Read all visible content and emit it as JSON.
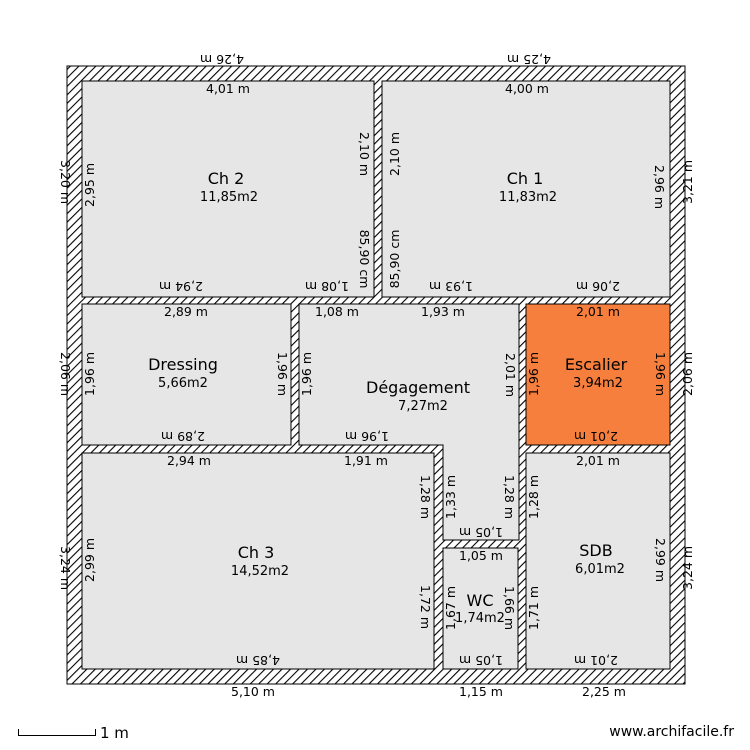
{
  "colors": {
    "room_fill": "#e6e6e6",
    "highlight_fill": "#f77f3e",
    "wall": "#000000"
  },
  "rooms": {
    "ch2": {
      "name": "Ch 2",
      "area": "11,85m2"
    },
    "ch1": {
      "name": "Ch 1",
      "area": "11,83m2"
    },
    "dressing": {
      "name": "Dressing",
      "area": "5,66m2"
    },
    "degagement": {
      "name": "Dégagement",
      "area": "7,27m2"
    },
    "escalier": {
      "name": "Escalier",
      "area": "3,94m2"
    },
    "ch3": {
      "name": "Ch 3",
      "area": "14,52m2"
    },
    "wc": {
      "name": "WC",
      "area": "1,74m2"
    },
    "sdb": {
      "name": "SDB",
      "area": "6,01m2"
    }
  },
  "dimensions": {
    "outer_top_left": "4,26 m",
    "outer_top_right": "4,25 m",
    "ch2_top": "4,01 m",
    "ch1_top": "4,00 m",
    "outer_left_top": "3,20 m",
    "ch2_left": "2,95 m",
    "ch2_right_a": "2,10 m",
    "ch1_left_a": "2,10 m",
    "ch2_right_b": "85,90 cm",
    "ch1_left_b": "85,90 cm",
    "ch1_right": "2,96 m",
    "outer_right_top": "3,21 m",
    "ch2_bottom_a": "2,94 m",
    "ch2_bottom_b": "1,08 m",
    "ch1_bottom_a": "1,93 m",
    "ch1_bottom_b": "2,06 m",
    "dressing_top": "2,89 m",
    "deg_top_a": "1,08 m",
    "deg_top_b": "1,93 m",
    "esc_top": "2,01 m",
    "outer_left_mid": "2,06 m",
    "dressing_left": "1,96 m",
    "dressing_right": "1,96 m",
    "deg_left": "1,96 m",
    "deg_right": "2,01 m",
    "esc_left": "1,96 m",
    "esc_right": "1,96 m",
    "outer_right_mid": "2,06 m",
    "dressing_bottom": "2,89 m",
    "deg_bottom": "1,96 m",
    "esc_bottom": "2,01 m",
    "ch3_top_a": "2,94 m",
    "ch3_top_b": "1,91 m",
    "sdb_top": "2,01 m",
    "ch3_right_a": "1,28 m",
    "corridor_left": "1,33 m",
    "corridor_right": "1,28 m",
    "sdb_left_a": "1,28 m",
    "corridor_bottom": "1,05 m",
    "wc_top": "1,05 m",
    "outer_left_bottom": "3,24 m",
    "ch3_left": "2,99 m",
    "ch3_right_b": "1,72 m",
    "wc_left": "1,67 m",
    "wc_right": "1,66 m",
    "sdb_left_b": "1,71 m",
    "sdb_right": "2,99 m",
    "outer_right_bottom": "3,24 m",
    "ch3_bottom": "4,85 m",
    "wc_bottom": "1,05 m",
    "sdb_bottom": "2,01 m",
    "outer_bottom_left": "5,10 m",
    "outer_bottom_mid": "1,15 m",
    "outer_bottom_right": "2,25 m"
  },
  "scale": {
    "label": "1 m"
  },
  "footer": {
    "url": "www.archifacile.fr"
  }
}
